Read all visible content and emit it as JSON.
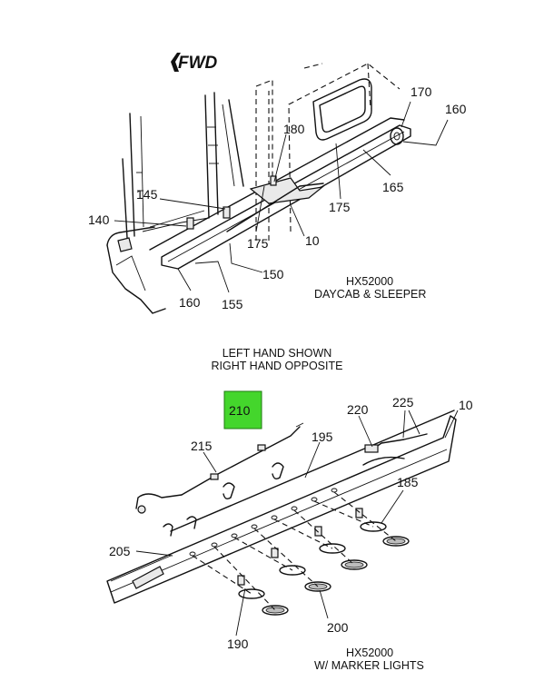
{
  "colors": {
    "highlight": "#44d62c",
    "line": "#111111",
    "background": "#ffffff"
  },
  "top_view": {
    "direction_label": "FWD",
    "direction_icon": "forward-arrow-icon",
    "caption_line1": "HX52000",
    "caption_line2": "DAYCAB & SLEEPER",
    "callouts": {
      "c170": "170",
      "c160a": "160",
      "c180": "180",
      "c165": "165",
      "c175a": "175",
      "c145": "145",
      "c140": "140",
      "c175b": "175",
      "c10": "10",
      "c150": "150",
      "c160b": "160",
      "c155": "155"
    }
  },
  "middle_note": {
    "line1": "LEFT HAND SHOWN",
    "line2": "RIGHT HAND OPPOSITE"
  },
  "bottom_view": {
    "highlighted_callout": "210",
    "caption_line1": "HX52000",
    "caption_line2": "W/ MARKER LIGHTS",
    "callouts": {
      "c220": "220",
      "c225": "225",
      "c10": "10",
      "c215": "215",
      "c195": "195",
      "c185": "185",
      "c205": "205",
      "c200": "200",
      "c190": "190"
    }
  }
}
